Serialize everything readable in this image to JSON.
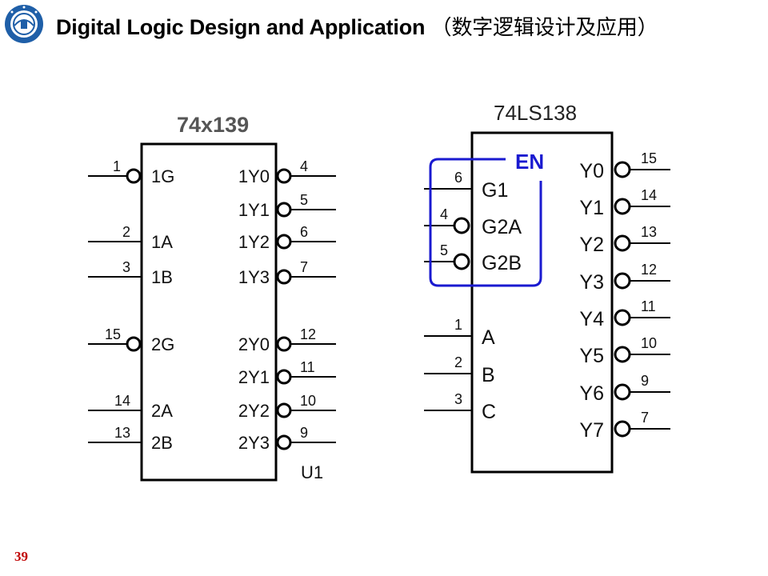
{
  "header": {
    "title_en": "Digital Logic Design and Application",
    "title_zh": "（数字逻辑设计及应用）"
  },
  "page_number": "39",
  "chip_left": {
    "name": "74x139",
    "designator": "U1",
    "left_pins": [
      {
        "num": "1",
        "label": "1G",
        "inverted": true
      },
      {
        "num": "2",
        "label": "1A",
        "inverted": false
      },
      {
        "num": "3",
        "label": "1B",
        "inverted": false
      },
      {
        "num": "15",
        "label": "2G",
        "inverted": true
      },
      {
        "num": "14",
        "label": "2A",
        "inverted": false
      },
      {
        "num": "13",
        "label": "2B",
        "inverted": false
      }
    ],
    "right_pins": [
      {
        "num": "4",
        "label": "1Y0"
      },
      {
        "num": "5",
        "label": "1Y1"
      },
      {
        "num": "6",
        "label": "1Y2"
      },
      {
        "num": "7",
        "label": "1Y3"
      },
      {
        "num": "12",
        "label": "2Y0"
      },
      {
        "num": "11",
        "label": "2Y1"
      },
      {
        "num": "10",
        "label": "2Y2"
      },
      {
        "num": "9",
        "label": "2Y3"
      }
    ]
  },
  "chip_right": {
    "name": "74LS138",
    "enable_group_label": "EN",
    "left_pins": [
      {
        "num": "6",
        "label": "G1",
        "inverted": false
      },
      {
        "num": "4",
        "label": "G2A",
        "inverted": true
      },
      {
        "num": "5",
        "label": "G2B",
        "inverted": true
      },
      {
        "num": "1",
        "label": "A",
        "inverted": false
      },
      {
        "num": "2",
        "label": "B",
        "inverted": false
      },
      {
        "num": "3",
        "label": "C",
        "inverted": false
      }
    ],
    "right_pins": [
      {
        "num": "15",
        "label": "Y0"
      },
      {
        "num": "14",
        "label": "Y1"
      },
      {
        "num": "13",
        "label": "Y2"
      },
      {
        "num": "12",
        "label": "Y3"
      },
      {
        "num": "11",
        "label": "Y4"
      },
      {
        "num": "10",
        "label": "Y5"
      },
      {
        "num": "9",
        "label": "Y6"
      },
      {
        "num": "7",
        "label": "Y7"
      }
    ]
  },
  "colors": {
    "enable_box": "#1a1ad0",
    "page_number": "#c00000",
    "logo_blue": "#1f5fa8"
  }
}
